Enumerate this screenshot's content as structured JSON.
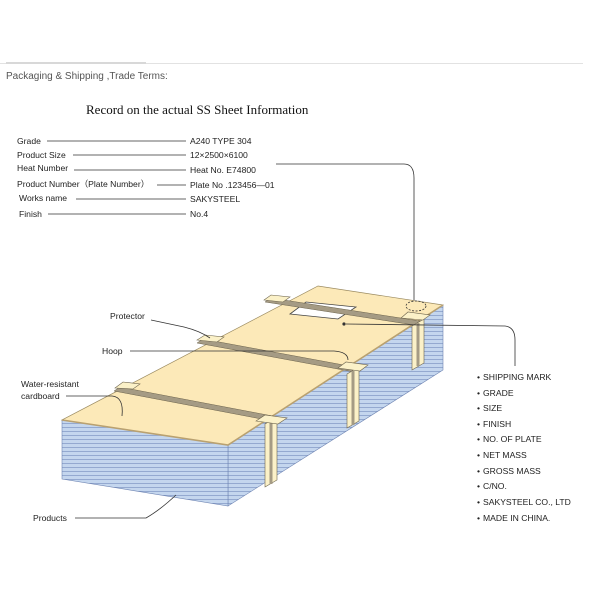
{
  "section_header": "Packaging & Shipping ,Trade Terms:",
  "diagram_title": "Record on the actual  SS Sheet Information",
  "info_rows": [
    {
      "label": "Grade",
      "value": "A240 TYPE 304"
    },
    {
      "label": "Product Size",
      "value": "12×2500×6100"
    },
    {
      "label": "Heat Number",
      "value": "Heat No. E74800"
    },
    {
      "label": "Product Number（Plate Number）",
      "value": "Plate No .123456—01"
    },
    {
      "label": "Works name",
      "value": "SAKYSTEEL"
    },
    {
      "label": "Finish",
      "value": "No.4"
    }
  ],
  "callouts": {
    "protector": "Protector",
    "hoop": "Hoop",
    "cardboard_line1": "Water-resistant",
    "cardboard_line2": "cardboard",
    "products": "Products"
  },
  "shipping_mark_items": [
    "SHIPPING MARK",
    "GRADE",
    "SIZE",
    "FINISH",
    "NO. OF PLATE",
    "NET MASS",
    "GROSS MASS",
    "C/NO.",
    "SAKYSTEEL CO., LTD",
    "MADE IN CHINA."
  ],
  "bullet_char": "•",
  "colors": {
    "cardboard_top": "#fce9b8",
    "stack_side": "#c4d6ee",
    "stack_lines": "#7f96c4",
    "hoop": "#a59b84",
    "protector": "#fbf1c8"
  }
}
